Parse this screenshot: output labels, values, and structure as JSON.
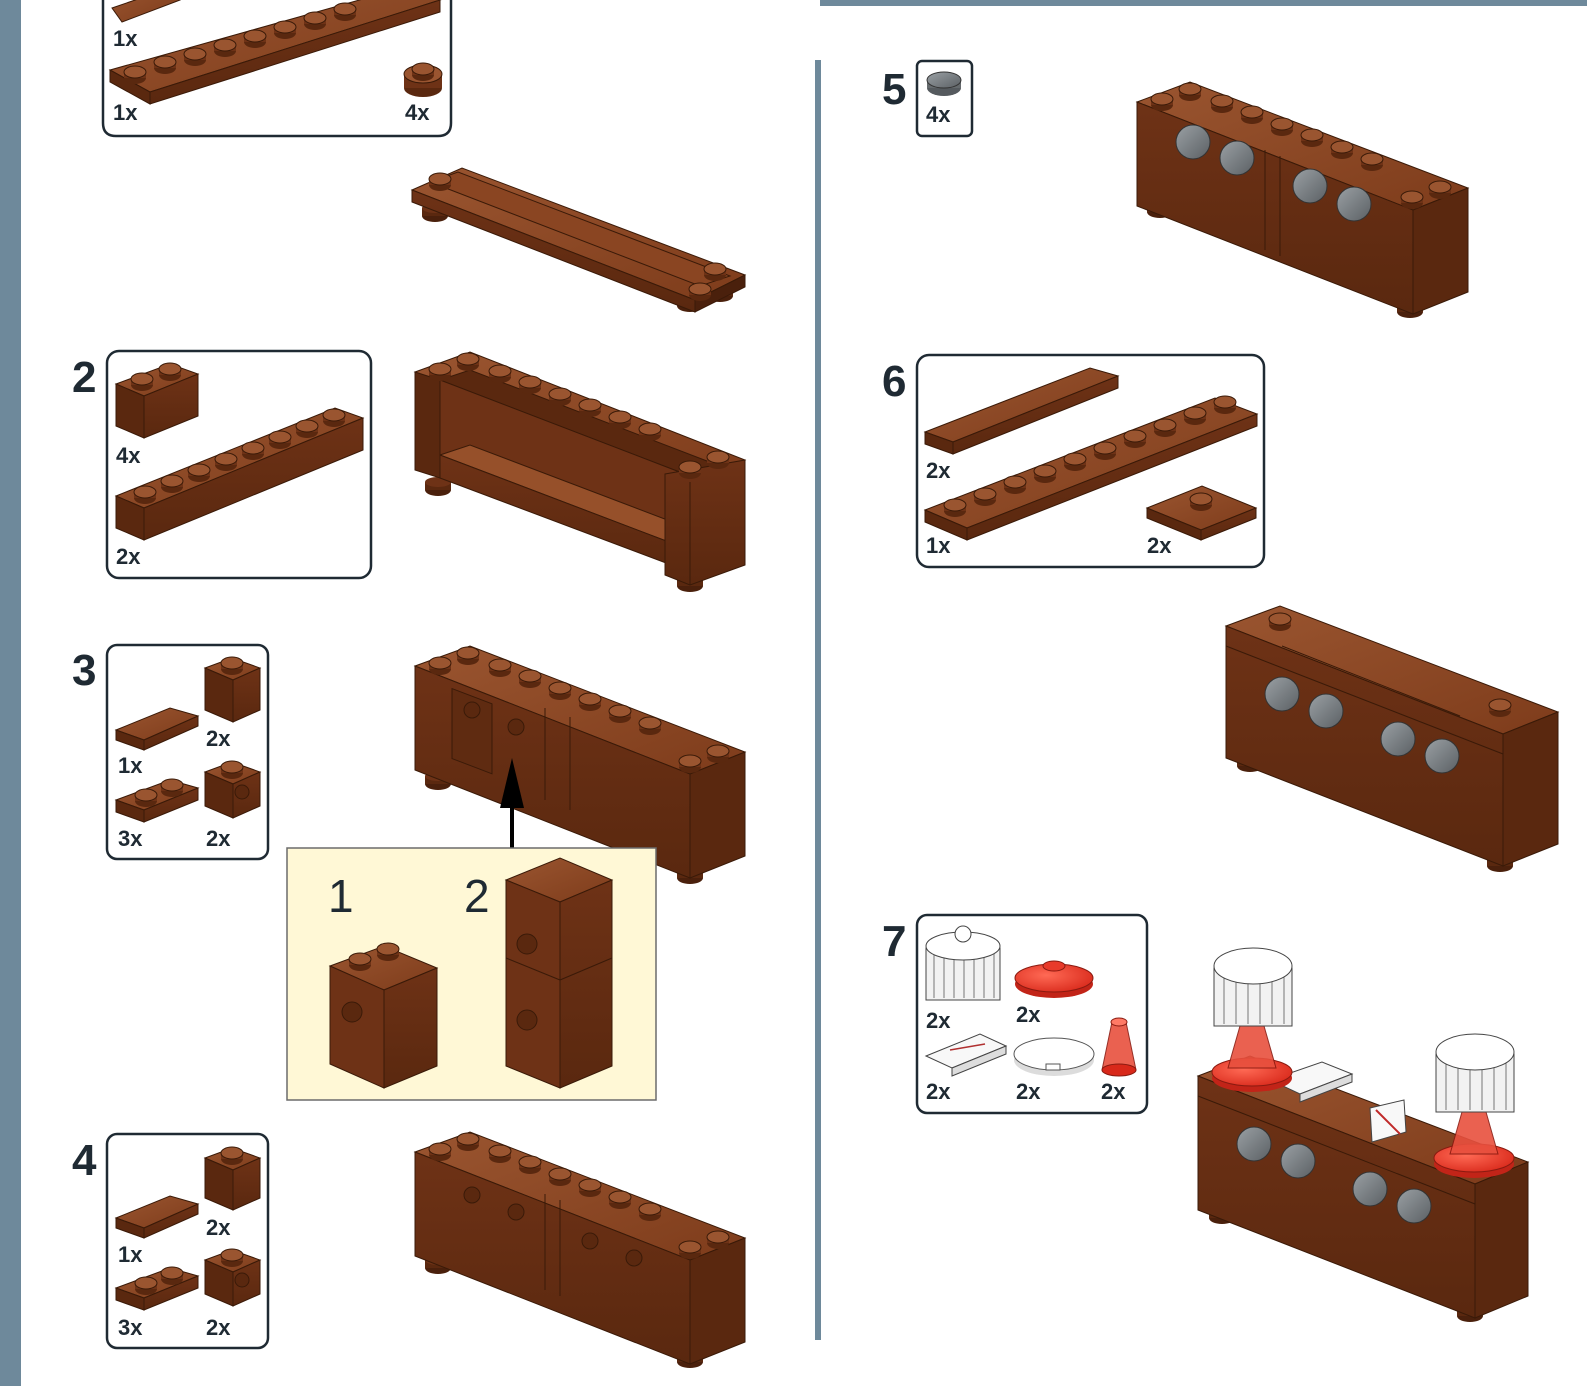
{
  "colors": {
    "left_bar": "#6e899b",
    "divider": "#6e899b",
    "brick": "#7a3818",
    "brick_dark": "#4a200c",
    "brick_light": "#96502a",
    "callout_bg": "#fff8d6",
    "grey_tile": "#7b7f82",
    "red_trans": "#e83a2a"
  },
  "steps": [
    {
      "number": "",
      "parts": [
        {
          "qty": "1x"
        },
        {
          "qty": "1x"
        },
        {
          "qty": "4x"
        }
      ]
    },
    {
      "number": "2",
      "parts": [
        {
          "qty": "4x"
        },
        {
          "qty": "2x"
        }
      ]
    },
    {
      "number": "3",
      "parts": [
        {
          "qty": "2x"
        },
        {
          "qty": "1x"
        },
        {
          "qty": "3x"
        },
        {
          "qty": "2x"
        }
      ],
      "callout": {
        "sub1": "1",
        "sub2": "2"
      }
    },
    {
      "number": "4",
      "parts": [
        {
          "qty": "2x"
        },
        {
          "qty": "1x"
        },
        {
          "qty": "3x"
        },
        {
          "qty": "2x"
        }
      ]
    },
    {
      "number": "5",
      "parts": [
        {
          "qty": "4x"
        }
      ]
    },
    {
      "number": "6",
      "parts": [
        {
          "qty": "2x"
        },
        {
          "qty": "1x"
        },
        {
          "qty": "2x"
        }
      ]
    },
    {
      "number": "7",
      "parts": [
        {
          "qty": "2x"
        },
        {
          "qty": "2x"
        },
        {
          "qty": "2x"
        },
        {
          "qty": "2x"
        },
        {
          "qty": "2x"
        }
      ]
    }
  ],
  "icons": {
    "brick_plate": "plate-icon",
    "brick_block": "brick-icon",
    "arrow": "arrow-up-icon",
    "lamp": "lamp-icon",
    "cabinet": "cabinet-model-icon"
  }
}
